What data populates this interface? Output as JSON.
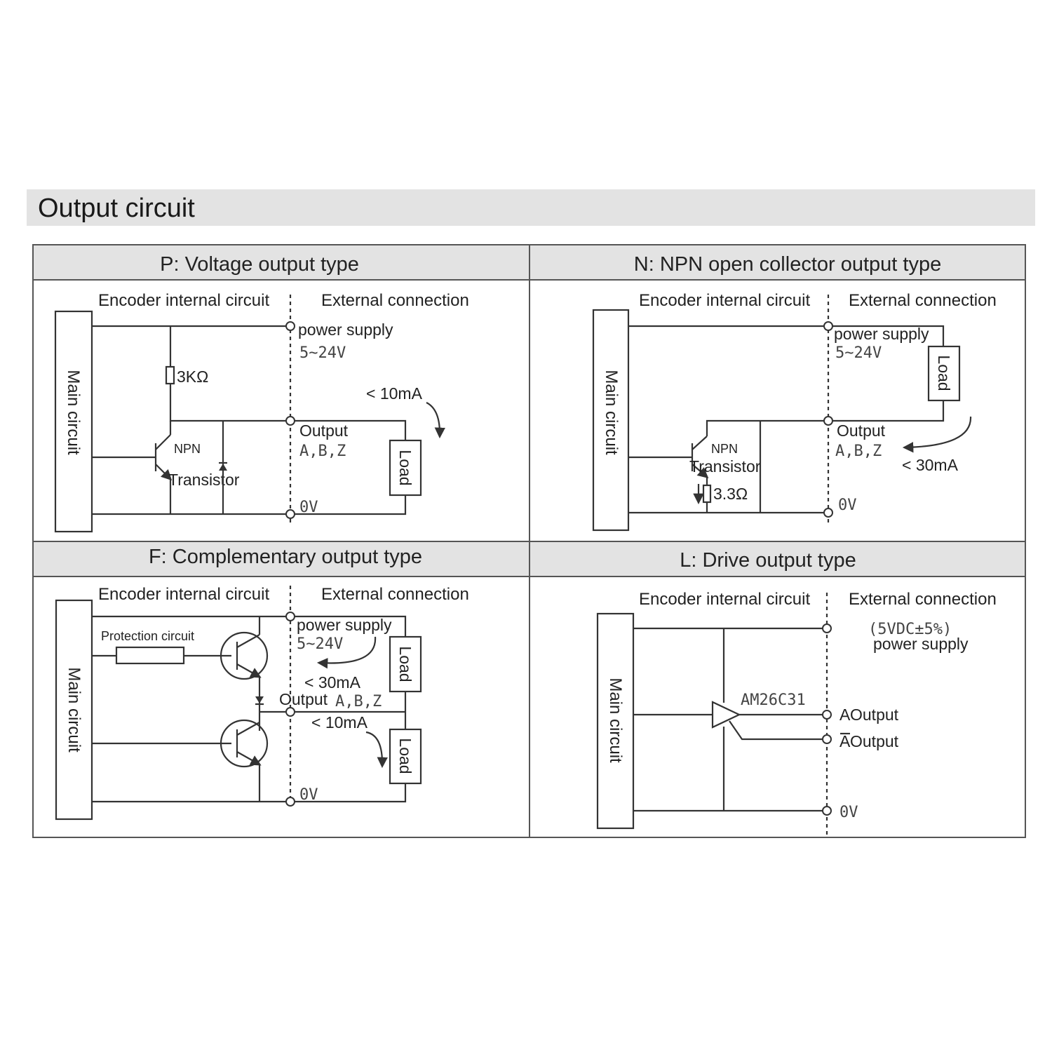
{
  "page_title": "Output circuit",
  "labels": {
    "internal": "Encoder internal circuit",
    "external": "External connection",
    "main_circuit": "Main circuit",
    "power_supply": "power supply",
    "range_5_24v": "5~24V",
    "output": "Output",
    "abz": "A,B,Z",
    "zero_v": "0V",
    "load": "Load",
    "npn": "NPN",
    "transistor": "Transistor"
  },
  "panels": {
    "p": {
      "title": "P: Voltage output type",
      "resistor": "3KΩ",
      "current": "< 10mA"
    },
    "n": {
      "title": "N: NPN open collector output type",
      "resistor": "3.3Ω",
      "current": "< 30mA"
    },
    "f": {
      "title": "F: Complementary output type",
      "protection": "Protection circuit",
      "current_high": "< 30mA",
      "current_low": "< 10mA"
    },
    "l": {
      "title": "L: Drive output type",
      "supply_spec": "(5VDC±5%)",
      "ic": "AM26C31",
      "out_a": "A",
      "out_a_bar": "A",
      "output_word": "Output"
    }
  }
}
